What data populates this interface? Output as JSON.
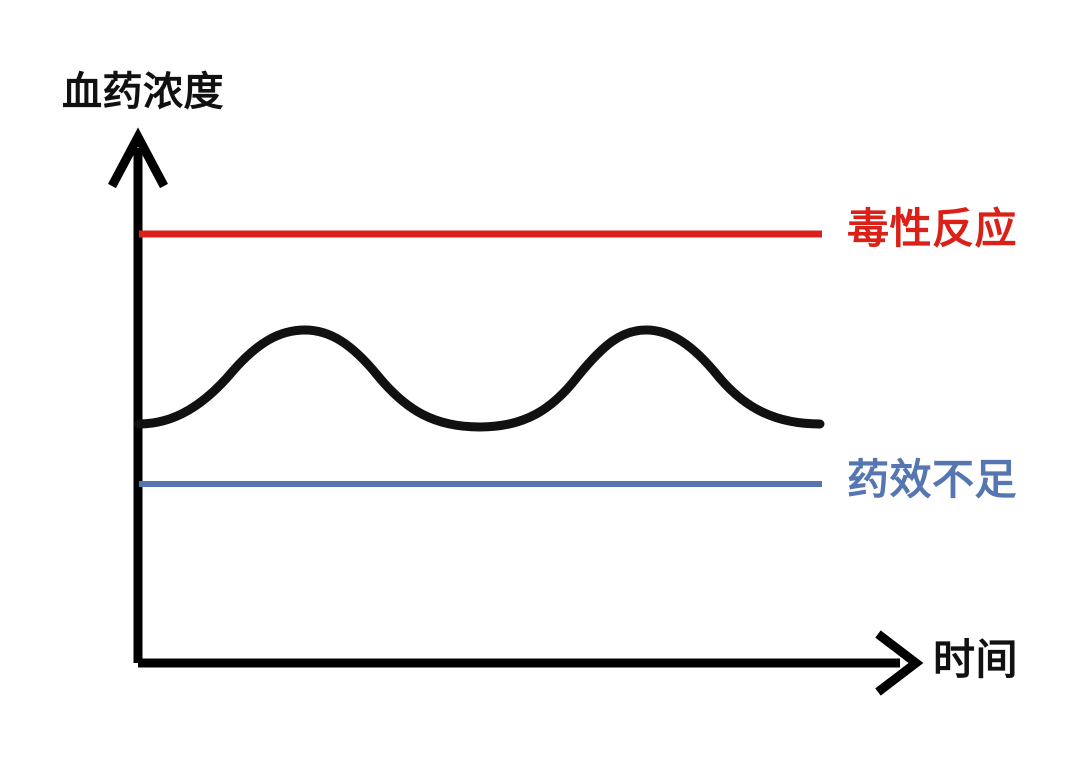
{
  "figure": {
    "title": "",
    "background_color": "#FFFFFF"
  },
  "axes": {
    "y_label": "血药浓度",
    "x_label": "时间",
    "axis_color": "#000000",
    "y_axis_arrow_icon": "arrow-up-icon",
    "x_axis_arrow_icon": "arrow-right-icon"
  },
  "thresholds": {
    "toxic": {
      "label": "毒性反应",
      "color": "#DA2119"
    },
    "subtherapeutic": {
      "label": "药效不足",
      "color": "#5576B0"
    }
  },
  "curve": {
    "color": "#111111",
    "name": "血药浓度曲线"
  },
  "chart_data": {
    "type": "line",
    "title": "",
    "xlabel": "时间",
    "ylabel": "血药浓度",
    "grid": false,
    "legend": "none",
    "xlim": [
      0,
      100
    ],
    "ylim": [
      0,
      100
    ],
    "series": [
      {
        "name": "血药浓度",
        "color": "#111111",
        "type": "line",
        "x": [
          0,
          5,
          10,
          15,
          20,
          25,
          30,
          35,
          40,
          45,
          50,
          55,
          60,
          65,
          70,
          75,
          80,
          85,
          90,
          95,
          100
        ],
        "y": [
          45,
          46,
          50,
          56,
          63,
          68,
          70,
          69,
          65,
          59,
          52,
          46,
          44,
          45,
          50,
          57,
          64,
          69,
          70,
          67,
          60,
          52,
          46,
          45
        ]
      },
      {
        "name": "毒性反应",
        "color": "#DA2119",
        "type": "hline",
        "y": 88,
        "label": "毒性反应"
      },
      {
        "name": "药效不足",
        "color": "#5576B0",
        "type": "hline",
        "y": 34,
        "label": "药效不足"
      }
    ],
    "annotations": [
      {
        "text": "毒性反应",
        "color": "#DA2119",
        "position": "right-of-red-line"
      },
      {
        "text": "药效不足",
        "color": "#5576B0",
        "position": "right-of-blue-line"
      }
    ],
    "description": "血药浓度随时间呈波动变化，始终位于毒性反应线之下、药效不足线之上。"
  }
}
